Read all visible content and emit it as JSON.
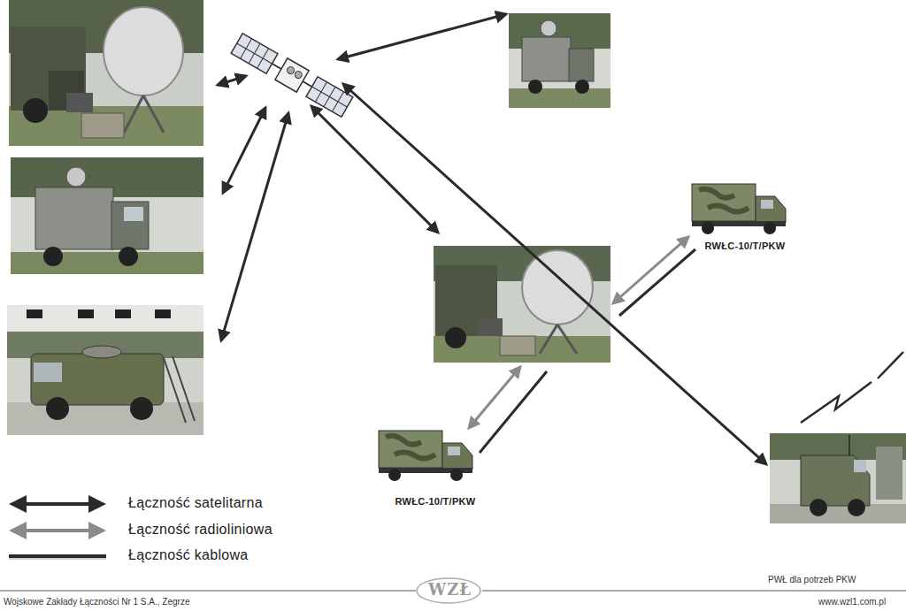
{
  "diagram": {
    "nodes": [
      {
        "text": [
          "RWŁC-10/T/PKW"
        ]
      },
      {
        "text": [
          "RWŁC-10/T/PKW"
        ]
      }
    ],
    "labels": [
      "WZŁ",
      "PWŁ dla potrzeb PKW",
      "Wojskowe Zakłady Łączności Nr 1 S.A., Zegrze",
      "www.wzl1.com.pl"
    ],
    "legend": [
      {
        "text": "Łączność satelitarna"
      },
      {
        "text": "Łączność radioliniowa"
      },
      {
        "text": "Łączność kablowa"
      }
    ]
  }
}
